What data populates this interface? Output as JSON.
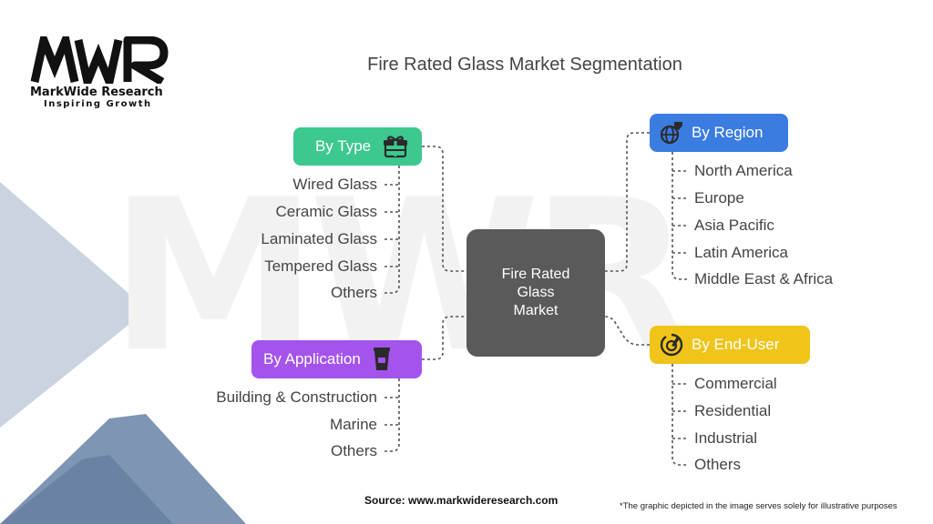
{
  "logo": {
    "mark": "MWR",
    "name": "MarkWide Research",
    "tagline": "Inspiring Growth"
  },
  "watermark": "MWR",
  "title": "Fire Rated Glass Market Segmentation",
  "center": {
    "lines": [
      "Fire Rated",
      "Glass",
      "Market"
    ]
  },
  "segments": {
    "type": {
      "label": "By Type",
      "icon": "gift-icon",
      "color": "#3cc88e",
      "items": [
        "Wired Glass",
        "Ceramic Glass",
        "Laminated Glass",
        "Tempered Glass",
        "Others"
      ]
    },
    "application": {
      "label": "By Application",
      "icon": "cup-icon",
      "color": "#a454ec",
      "items": [
        "Building & Construction",
        "Marine",
        "Others"
      ]
    },
    "region": {
      "label": "By Region",
      "icon": "globe-icon",
      "color": "#3b7ce0",
      "items": [
        "North America",
        "Europe",
        "Asia Pacific",
        "Latin America",
        "Middle East & Africa"
      ]
    },
    "enduser": {
      "label": "By End-User",
      "icon": "target-icon",
      "color": "#f0c419",
      "items": [
        "Commercial",
        "Residential",
        "Industrial",
        "Others"
      ]
    }
  },
  "footer": {
    "source": "Source: www.markwideresearch.com",
    "disclaimer": "*The graphic depicted in the image serves solely for illustrative purposes"
  }
}
